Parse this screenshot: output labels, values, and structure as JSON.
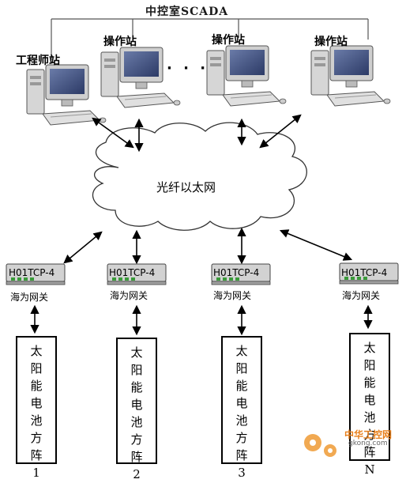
{
  "title": "中控室SCADA",
  "workstations": [
    {
      "label": "工程师站"
    },
    {
      "label": "操作站"
    },
    {
      "label": "操作站"
    },
    {
      "label": "操作站"
    }
  ],
  "ellipsis": "· · ·",
  "network": {
    "label": "光纤以太网"
  },
  "gateways": [
    {
      "model": "H01TCP-4",
      "name": "海为网关"
    },
    {
      "model": "H01TCP-4",
      "name": "海为网关"
    },
    {
      "model": "H01TCP-4",
      "name": "海为网关"
    },
    {
      "model": "H01TCP-4",
      "name": "海为网关"
    }
  ],
  "arrays": [
    {
      "chars": [
        "太",
        "阳",
        "能",
        "电",
        "池",
        "方",
        "阵",
        "1"
      ]
    },
    {
      "chars": [
        "太",
        "阳",
        "能",
        "电",
        "池",
        "方",
        "阵",
        "2"
      ]
    },
    {
      "chars": [
        "太",
        "阳",
        "能",
        "电",
        "池",
        "方",
        "阵",
        "3"
      ]
    },
    {
      "chars": [
        "太",
        "阳",
        "能",
        "电",
        "池",
        "方",
        "阵",
        "N"
      ]
    }
  ],
  "watermark": {
    "line1": "中华工控网",
    "line2": "gkong.com"
  },
  "colors": {
    "line": "#000000",
    "pc_body": "#d9d9d9",
    "gateway": "#cfcfcf",
    "watermark": "#e8801c"
  }
}
